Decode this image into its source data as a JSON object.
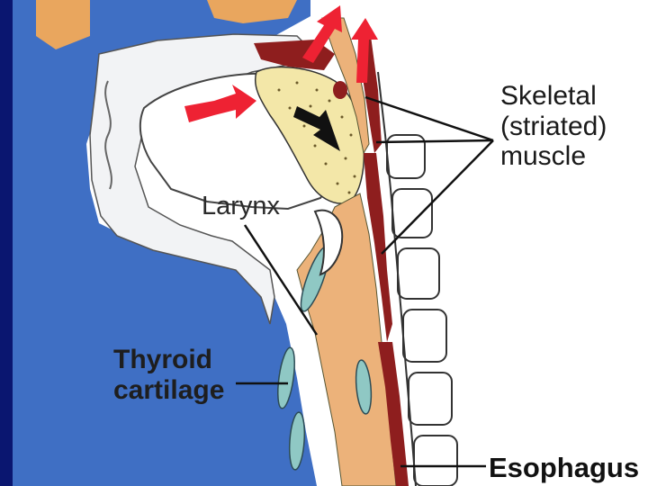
{
  "labels": {
    "skeletal_muscle": [
      "Skeletal",
      "(striated)",
      "muscle"
    ],
    "larynx": "Larynx",
    "thyroid_cartilage": [
      "Thyroid",
      "cartilage"
    ],
    "esophagus": "Esophagus"
  },
  "colors": {
    "background": "#ffffff",
    "skin_blue": "#3f6fc4",
    "border_navy": "#0a1670",
    "pharynx_tan": "#ecb27a",
    "muscle_red": "#8e1e1e",
    "cartilage_teal": "#8fc8c4",
    "soft_palate_cream": "#f3e7a8",
    "arrow_red": "#ee2233",
    "leader_black": "#111111"
  },
  "icons": [
    "airflow-arrow-icon",
    "swallow-arrow-icon"
  ]
}
